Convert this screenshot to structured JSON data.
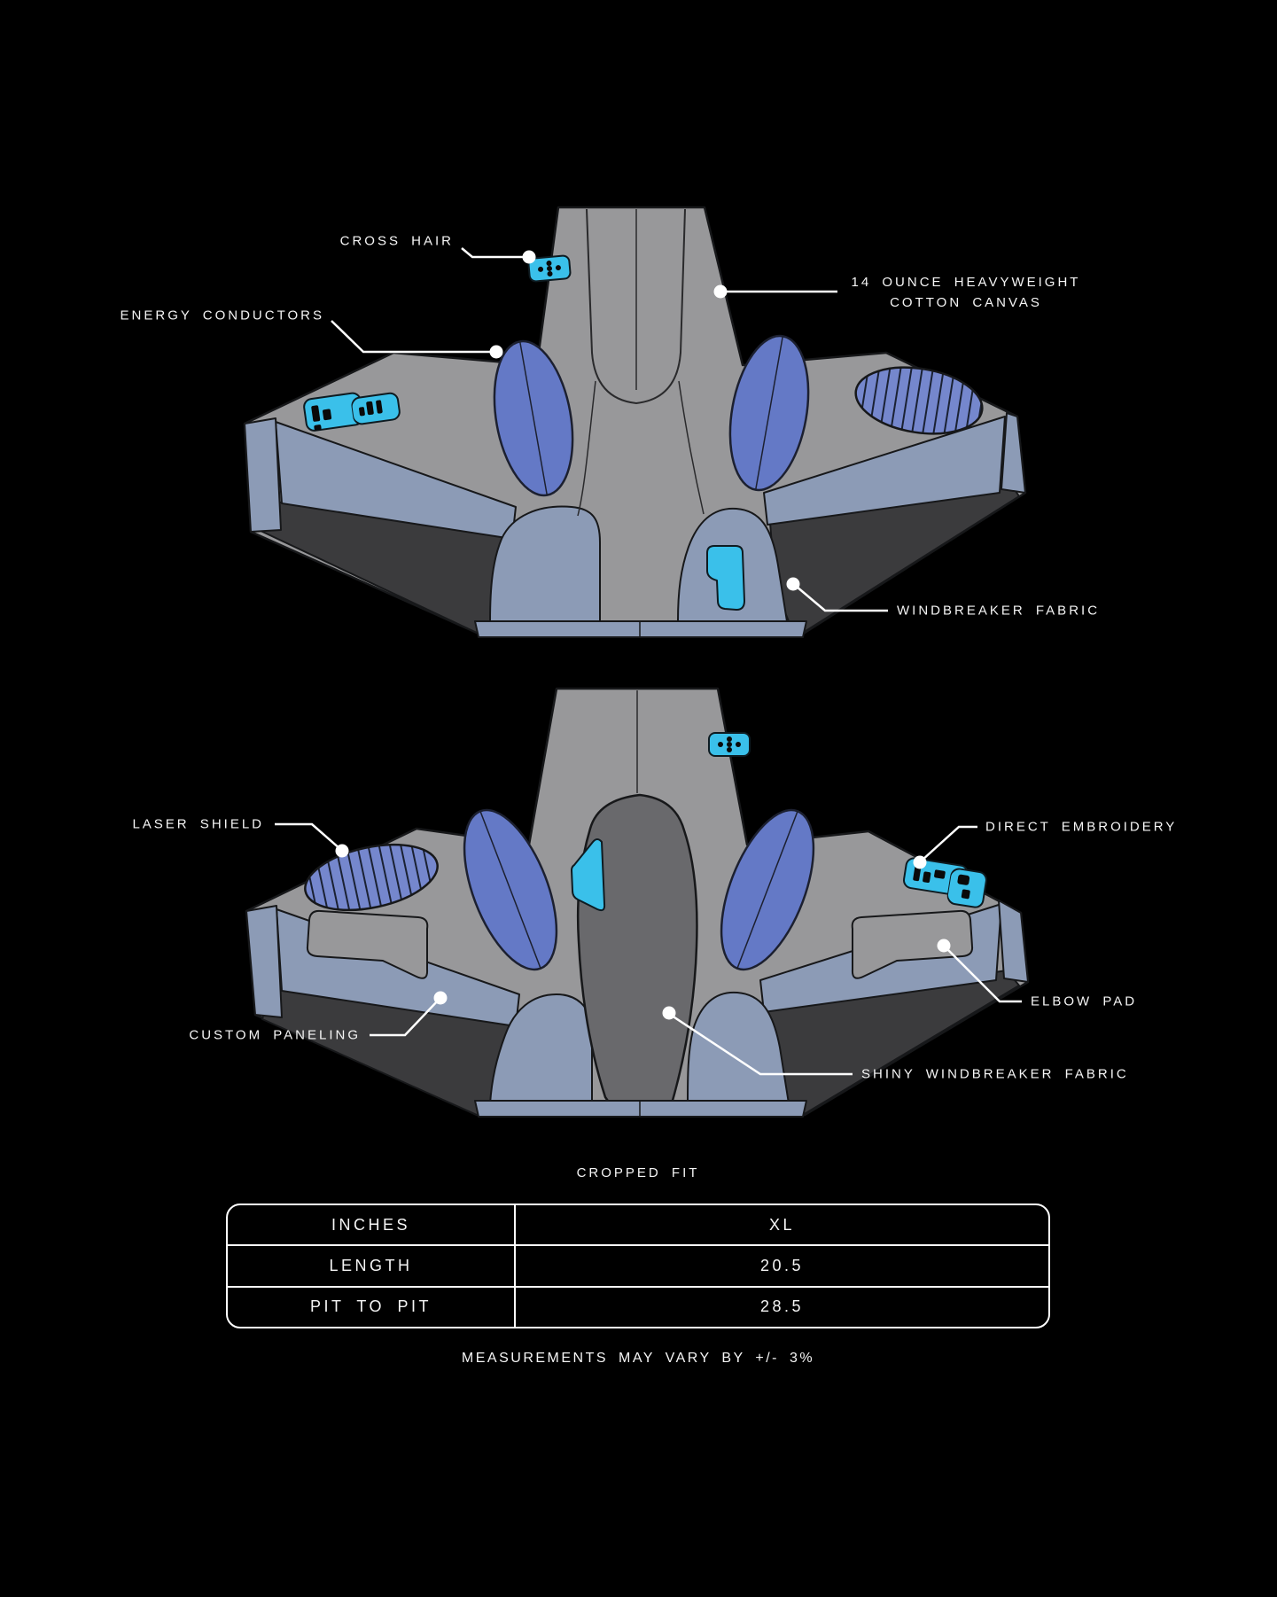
{
  "callouts": {
    "front": {
      "cross_hair": "CROSS HAIR",
      "cotton_canvas_line1": "14 OUNCE HEAVYWEIGHT",
      "cotton_canvas_line2": "COTTON CANVAS",
      "energy_conductors": "ENERGY CONDUCTORS",
      "windbreaker_fabric": "WINDBREAKER FABRIC"
    },
    "back": {
      "laser_shield": "LASER SHIELD",
      "direct_embroidery": "DIRECT EMBROIDERY",
      "custom_paneling": "CUSTOM PANELING",
      "elbow_pad": "ELBOW PAD",
      "shiny_windbreaker_fabric": "SHINY WINDBREAKER FABRIC"
    }
  },
  "fit_label": "CROPPED FIT",
  "size_table": {
    "header": [
      "INCHES",
      "XL"
    ],
    "rows": [
      [
        "LENGTH",
        "20.5"
      ],
      [
        "PIT TO PIT",
        "28.5"
      ]
    ]
  },
  "footnote": "MEASUREMENTS MAY VARY BY +/- 3%",
  "colors": {
    "background": "#000000",
    "garment_gray": "#98989a",
    "panel_slate": "#8c9bb6",
    "panel_charcoal": "#3b3b3d",
    "back_panel_dark_gray": "#69696c",
    "conductor_blue": "#6479c6",
    "patch_cyan": "#3ac0ea",
    "callout_white": "#ffffff"
  }
}
